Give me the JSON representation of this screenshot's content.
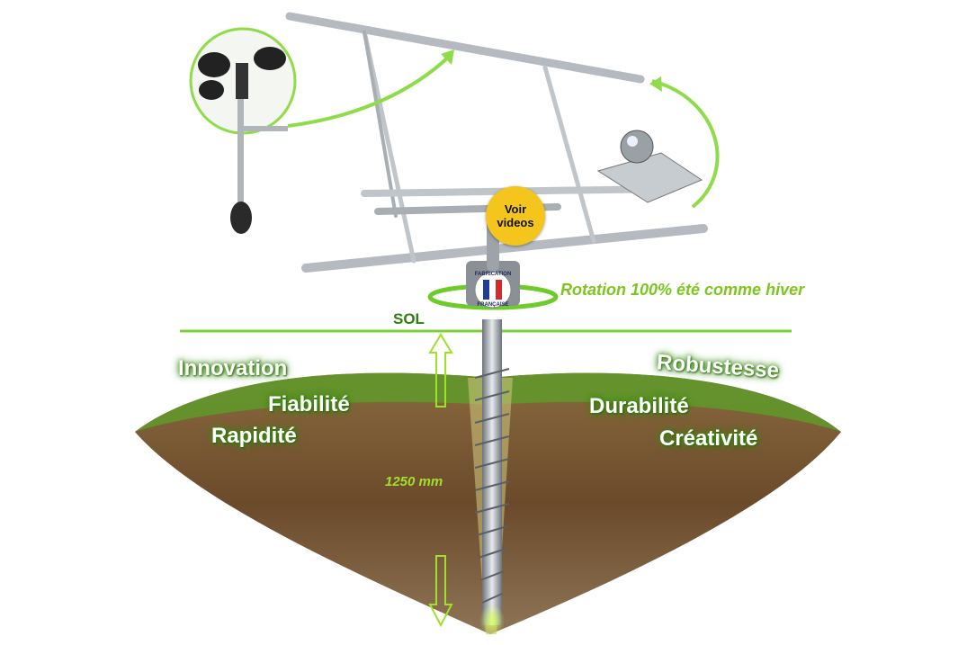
{
  "video_button": {
    "line1": "Voir",
    "line2": "videos"
  },
  "rotation_label": "Rotation 100% été comme hiver",
  "ground_label": "SOL",
  "depth_label": "1250 mm",
  "badge": {
    "text_top": "FABRICATION",
    "text_bottom": "FRANÇAISE"
  },
  "qualities_left": [
    "Innovation",
    "Fiabilité",
    "Rapidité"
  ],
  "qualities_right": [
    "Robustesse",
    "Durabilité",
    "Créativité"
  ],
  "colors": {
    "accent_green": "#7cc61f",
    "video_yellow": "#f4c51c",
    "soil": "#6b4a2b"
  }
}
